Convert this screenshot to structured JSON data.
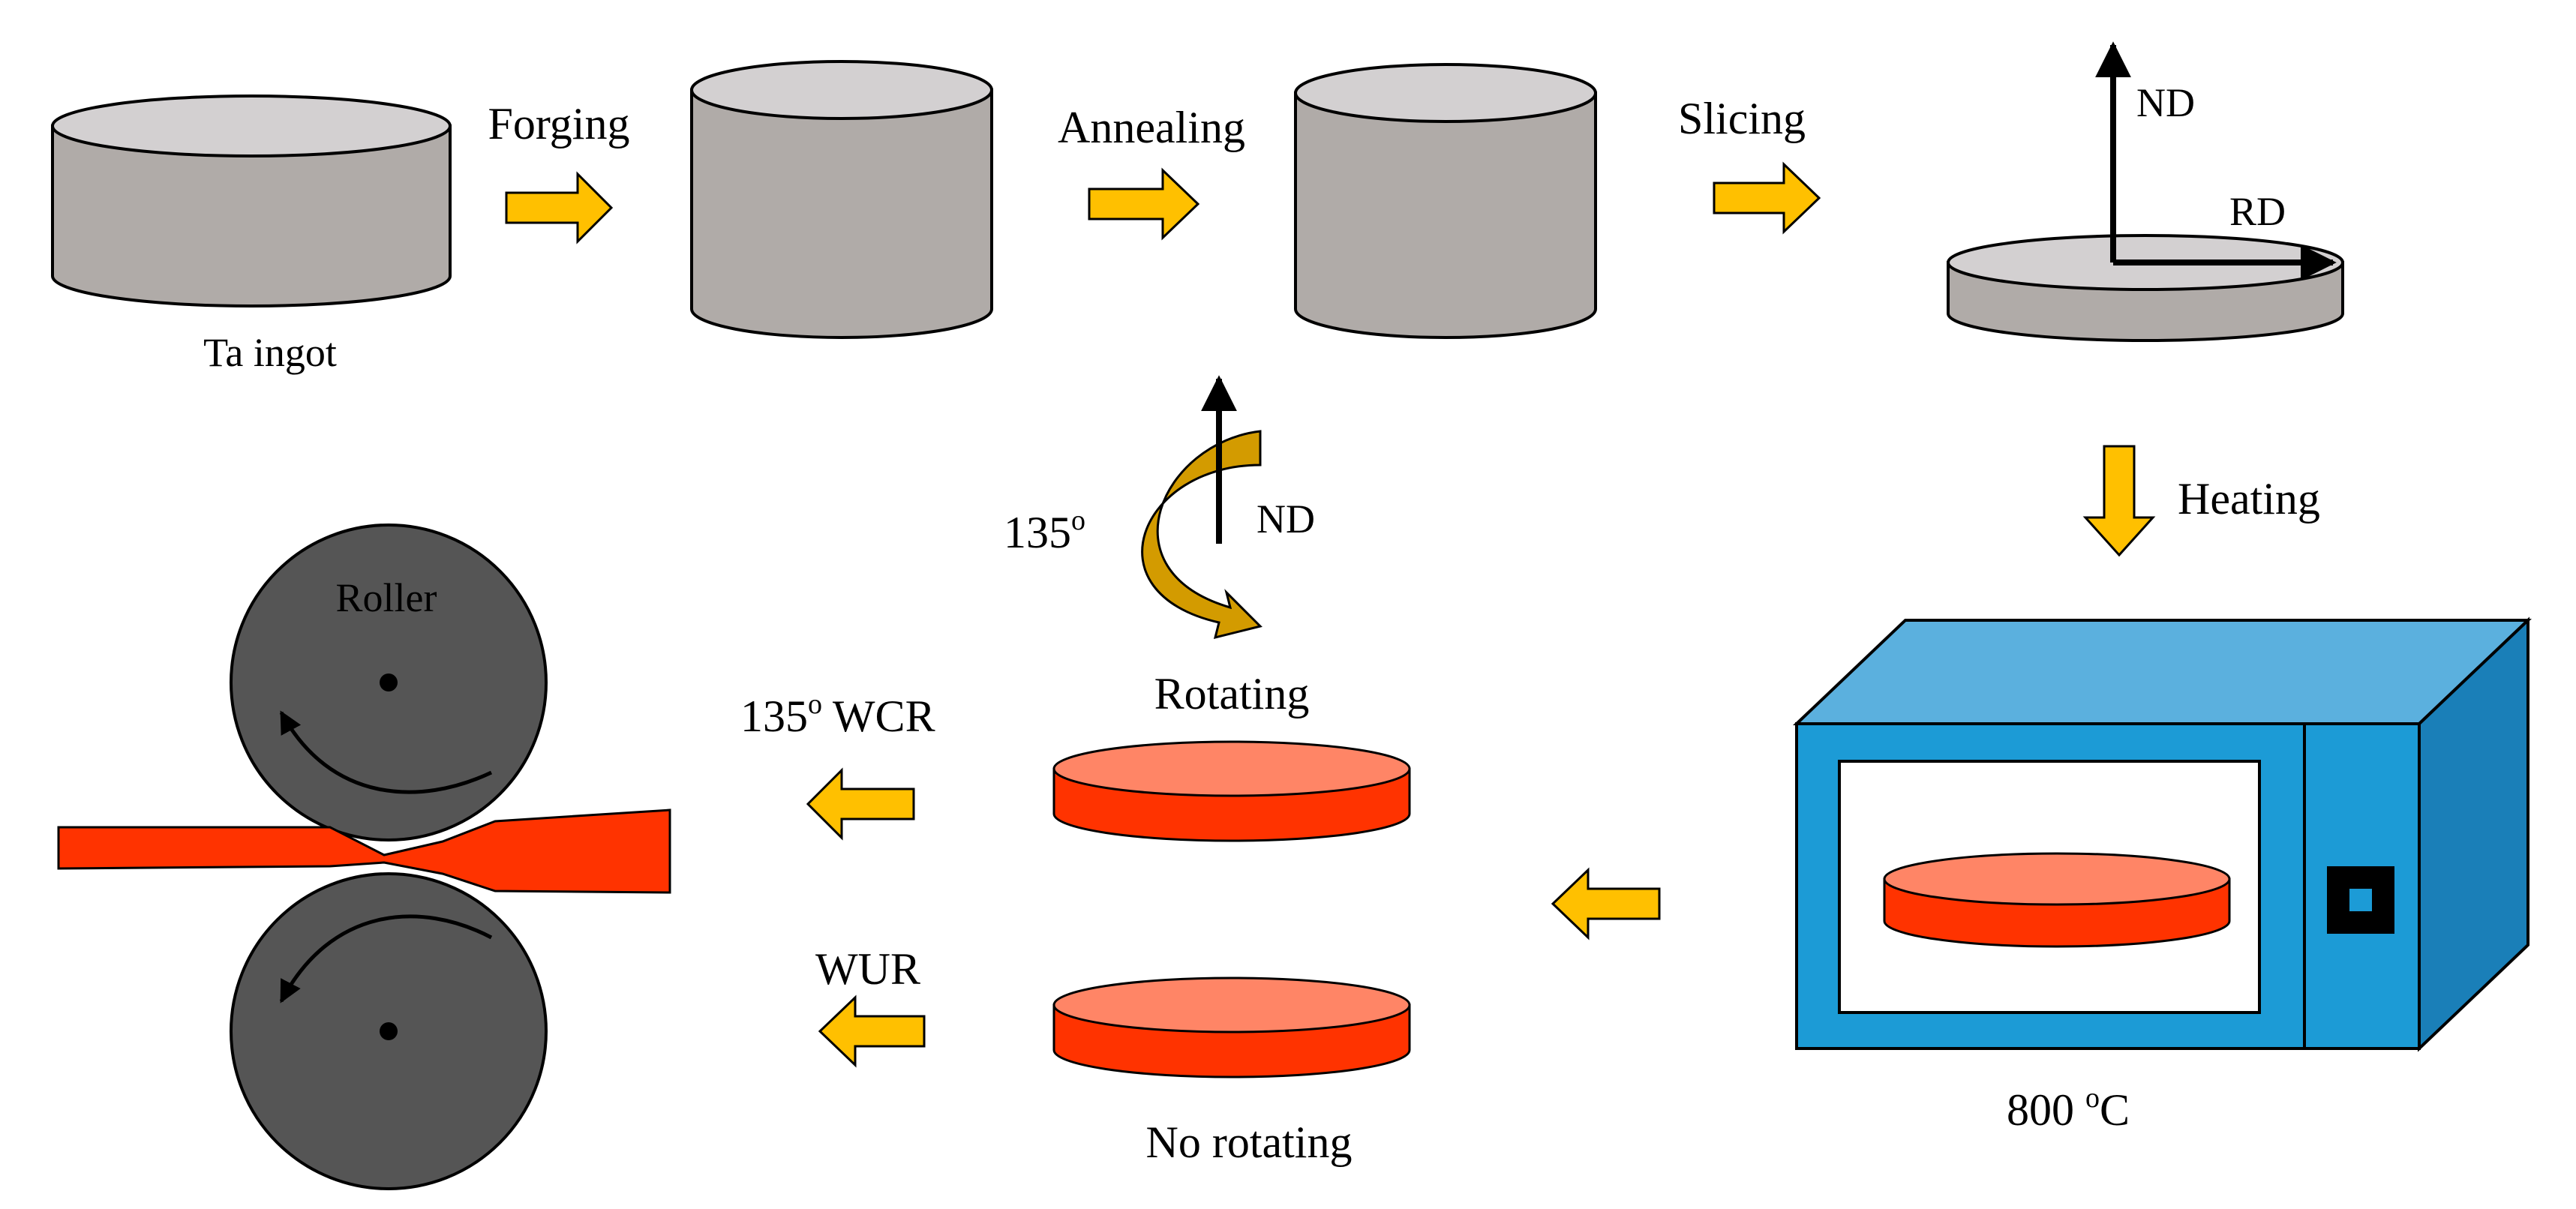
{
  "labels": {
    "ta_ingot": "Ta ingot",
    "forging": "Forging",
    "annealing": "Annealing",
    "slicing": "Slicing",
    "nd_top": "ND",
    "rd": "RD",
    "heating": "Heating",
    "temp_value": "800 ",
    "temp_sup": "o",
    "temp_unit": "C",
    "rot_angle": "135",
    "rot_sup": "o",
    "nd_rot": "ND",
    "rotating": "Rotating",
    "no_rotating": "No rotating",
    "wcr_angle": "135",
    "wcr_sup": "o",
    "wcr_text": " WCR",
    "wur": "WUR",
    "roller": "Roller"
  },
  "colors": {
    "cylinder_side": "#b0aba8",
    "cylinder_top": "#d3d0d1",
    "arrow_fill": "#ffc000",
    "disk_side": "#ff3300",
    "disk_top": "#ff8566",
    "microwave_front": "#1c9bd6",
    "microwave_top": "#5bb0de",
    "microwave_side": "#1a7fb8",
    "roller": "#555555"
  }
}
